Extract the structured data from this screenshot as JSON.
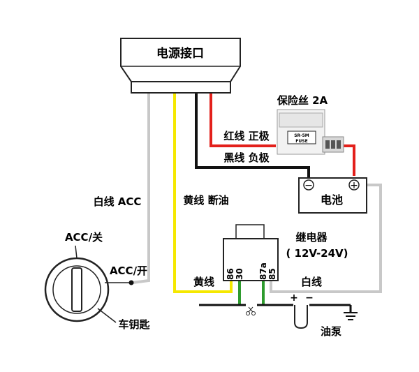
{
  "power_box": {
    "label": "电源接口"
  },
  "fuse": {
    "label": "保险丝 2A",
    "text_top": "SR-5M",
    "text_bottom": "FUSE"
  },
  "battery": {
    "label": "电池",
    "minus": "−",
    "plus": "+"
  },
  "relay": {
    "label": "继电器",
    "voltage": "( 12V-24V)",
    "pins": [
      "30",
      "86",
      "87a",
      "85"
    ]
  },
  "key_switch": {
    "label_off": "ACC/关",
    "label_on": "ACC/开",
    "label_key": "车钥匙"
  },
  "pump": {
    "label": "油泵",
    "plus": "+",
    "minus": "−"
  },
  "wires": {
    "red": "红线  正极",
    "black": "黑线  负极",
    "white_acc": "白线  ACC",
    "yellow_fuel": "黄线  断油",
    "yellow": "黄线",
    "white": "白线"
  },
  "colors": {
    "red_wire": "#e3201b",
    "black_wire": "#111111",
    "yellow_wire": "#f5e800",
    "white_wire": "#c8c8c8",
    "green_wire": "#2e9b2e"
  }
}
